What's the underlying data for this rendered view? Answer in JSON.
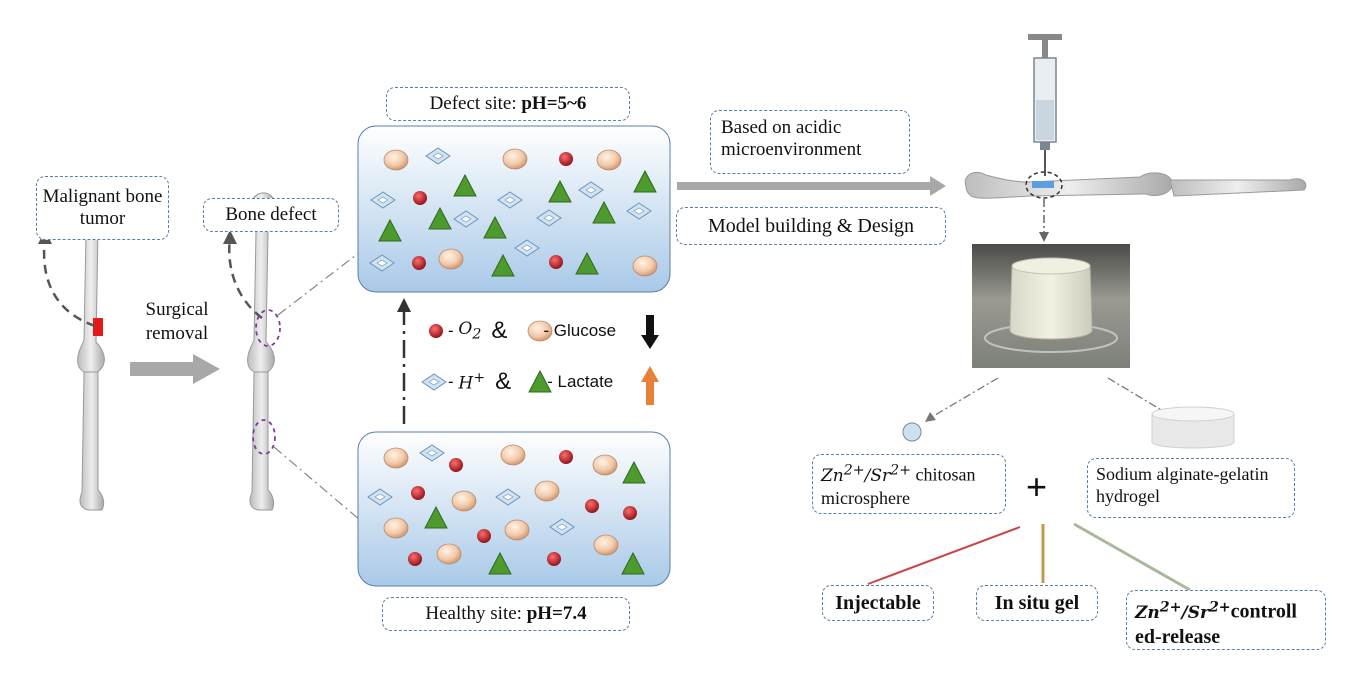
{
  "labels": {
    "malignant_tumor": "Malignant bone tumor",
    "bone_defect": "Bone defect",
    "surgical_removal": "Surgical removal",
    "defect_site_prefix": "Defect site: ",
    "defect_site_ph": "pH=5~6",
    "healthy_site_prefix": "Healthy site: ",
    "healthy_site_ph": "pH=7.4",
    "acidic_line1": "Based on acidic",
    "acidic_line2": "microenvironment",
    "model_building": "Model building & Design",
    "microsphere_ions": "Zn2+/Sr2+",
    "microsphere_rest": " chitosan microsphere",
    "hydrogel": "Sodium alginate-gelatin hydrogel",
    "plus": "+",
    "injectable": "Injectable",
    "in_situ_gel": "In situ gel",
    "controlled_ions": "Zn2+/Sr2+",
    "controlled_rest": "controll ed-release"
  },
  "legend": {
    "o2": "O2",
    "glucose": "- Glucose",
    "h_plus": "H+",
    "lactate": "- Lactate",
    "ampersand": "&"
  },
  "colors": {
    "box_border": "#5b7fa8",
    "site_fill_top": "#ffffff",
    "site_fill_bottom": "#a9c9e8",
    "o2_red": "#b3121f",
    "glucose_beige": "#f2c9a8",
    "lactate_green": "#4e9a2e",
    "h_plus_blue": "#9cc3e6",
    "arrow_gray": "#a8a8a8",
    "down_arrow": "#111111",
    "up_arrow": "#e8803a",
    "tumor_red": "#e41a1a",
    "line_red": "#c8484d",
    "line_tan": "#c29a4c",
    "line_sage": "#a9b79a"
  }
}
